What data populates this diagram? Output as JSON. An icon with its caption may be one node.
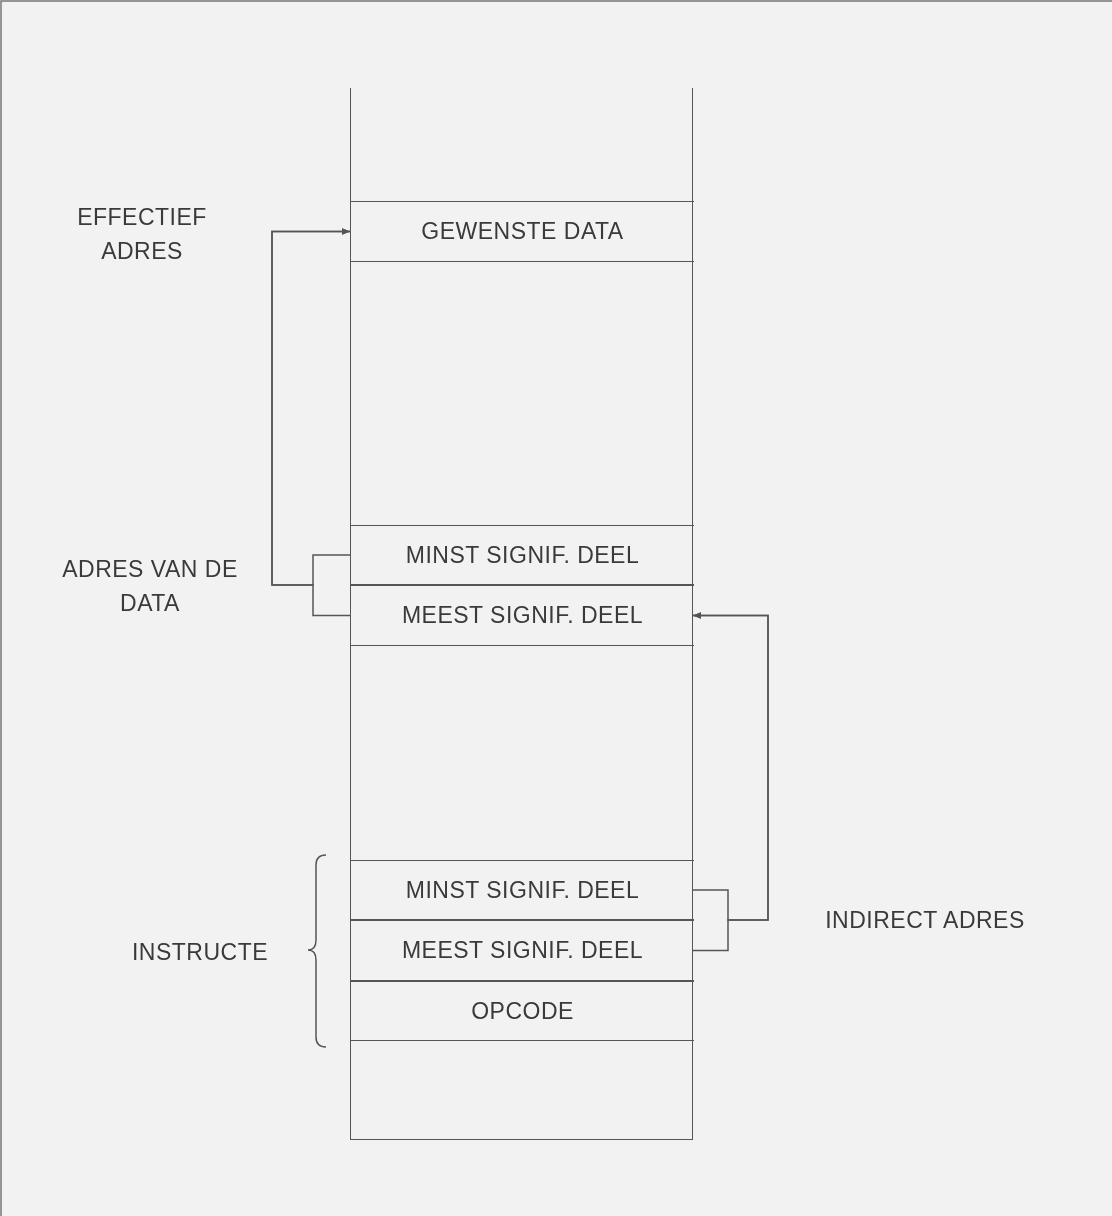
{
  "diagram": {
    "nodes": [
      {
        "text": [],
        "shape": "box"
      },
      {
        "text": [
          "GEWENSTE DATA"
        ],
        "in": 0
      },
      {
        "text": [
          "MINST SIGNIF. DEEL"
        ],
        "in": 0
      },
      {
        "text": [
          "MEEST SIGNIF. DEEL"
        ],
        "in": 0
      },
      {
        "text": [
          "MINST SIGNIF. DEEL"
        ],
        "in": 0
      },
      {
        "text": [
          "MEEST SIGNIF. DEEL"
        ],
        "in": 0
      },
      {
        "text": [
          "OPCODE"
        ],
        "in": 0
      }
    ],
    "edges": [
      {
        "from": 2,
        "to": 1,
        "arrow": "to"
      },
      {
        "from": 3,
        "to": 1,
        "arrow": "to"
      },
      {
        "from": 4,
        "to": 3,
        "arrow": "to"
      },
      {
        "from": 5,
        "to": 3,
        "arrow": "to"
      }
    ],
    "labels": [
      "EFFECTIEF ADRES",
      "ADRES VAN DE DATA",
      "INSTRUCTE",
      "INDIRECT ADRES"
    ]
  }
}
